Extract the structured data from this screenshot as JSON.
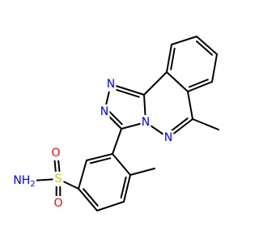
{
  "molecule": {
    "atom_labels": {
      "n_triazole_top": "N",
      "n_triazole_left": "N",
      "n_bridge": "N",
      "n_pyridazine": "N",
      "s_sulfonyl": "S",
      "o_upper": "O",
      "o_lower": "O",
      "amine": "NH2"
    },
    "colors": {
      "bond": "#000000",
      "nitrogen": "#0000ff",
      "oxygen": "#ff0000",
      "sulfur": "#cccc00",
      "background": "#ffffff"
    }
  }
}
